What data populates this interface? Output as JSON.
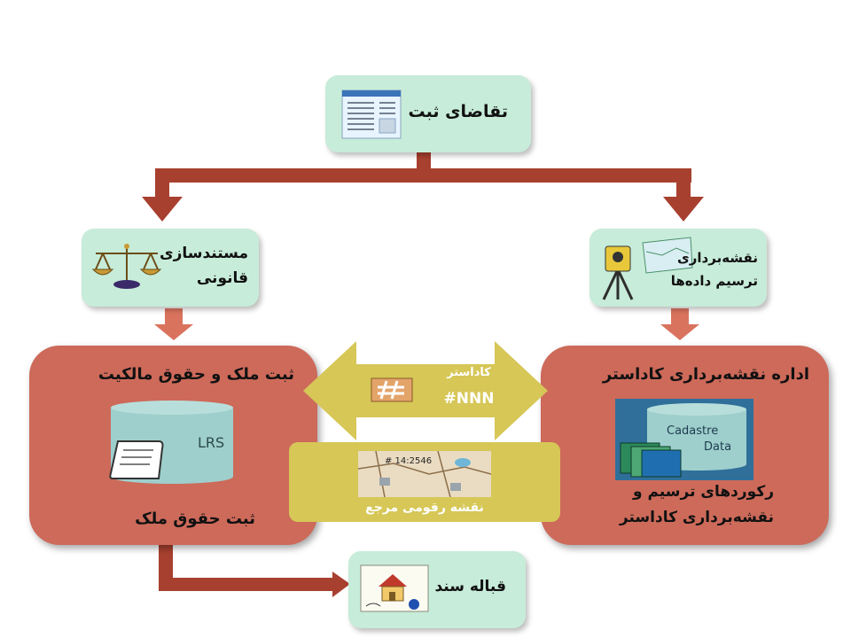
{
  "nodes": {
    "request": {
      "label": "تقاضای ثبت"
    },
    "legal": {
      "line1": "مستندسازی",
      "line2": "قانونی"
    },
    "surveying": {
      "line1": "نقشه‌برداری",
      "line2": "ترسیم داده‌ها"
    },
    "registry": {
      "title": "ثبت ملک و حقوق مالکیت",
      "db_label": "LRS",
      "footer": "ثبت حقوق ملک"
    },
    "cadastre_office": {
      "title": "اداره نقشه‌برداری کاداستر",
      "db_line1": "Cadastre",
      "db_line2": "Data",
      "footer1": "رکوردهای ترسیم و",
      "footer2": "نقشه‌برداری کاداستر"
    },
    "exchange": {
      "label1": "کاداستر",
      "label2": "#NNN"
    },
    "reference_map": {
      "parcel_id": "# 14:2546",
      "label": "نقشه رقومی مرجع"
    },
    "deed": {
      "label": "قباله سند"
    }
  },
  "colors": {
    "green_box": "#c7ecd9",
    "red_box": "#cd6a5a",
    "connector": "#a8402f",
    "exchange_arrow": "#d6c757"
  }
}
